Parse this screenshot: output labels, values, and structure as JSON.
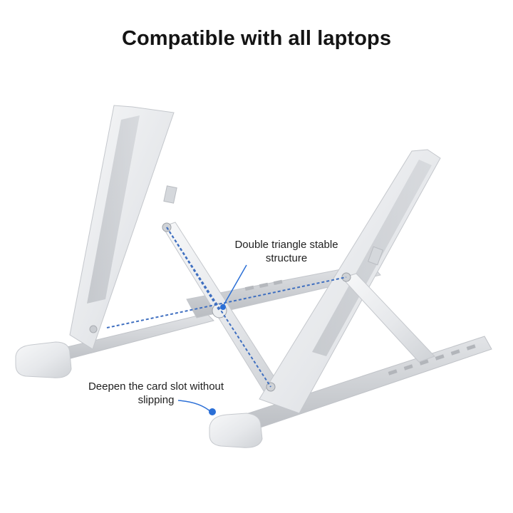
{
  "headline": "Compatible with all laptops",
  "callouts": {
    "structure": {
      "line1": "Double triangle stable",
      "line2": "structure"
    },
    "card_slot": {
      "line1": "Deepen the card slot without",
      "line2": "slipping"
    }
  },
  "colors": {
    "aluminum": "#e4e6ea",
    "aluminum_shadow": "#c4c7cc",
    "slot": "#b9bcc1",
    "accent_dashed": "#3f6fc0",
    "marker_blue": "#2b6fd6"
  }
}
